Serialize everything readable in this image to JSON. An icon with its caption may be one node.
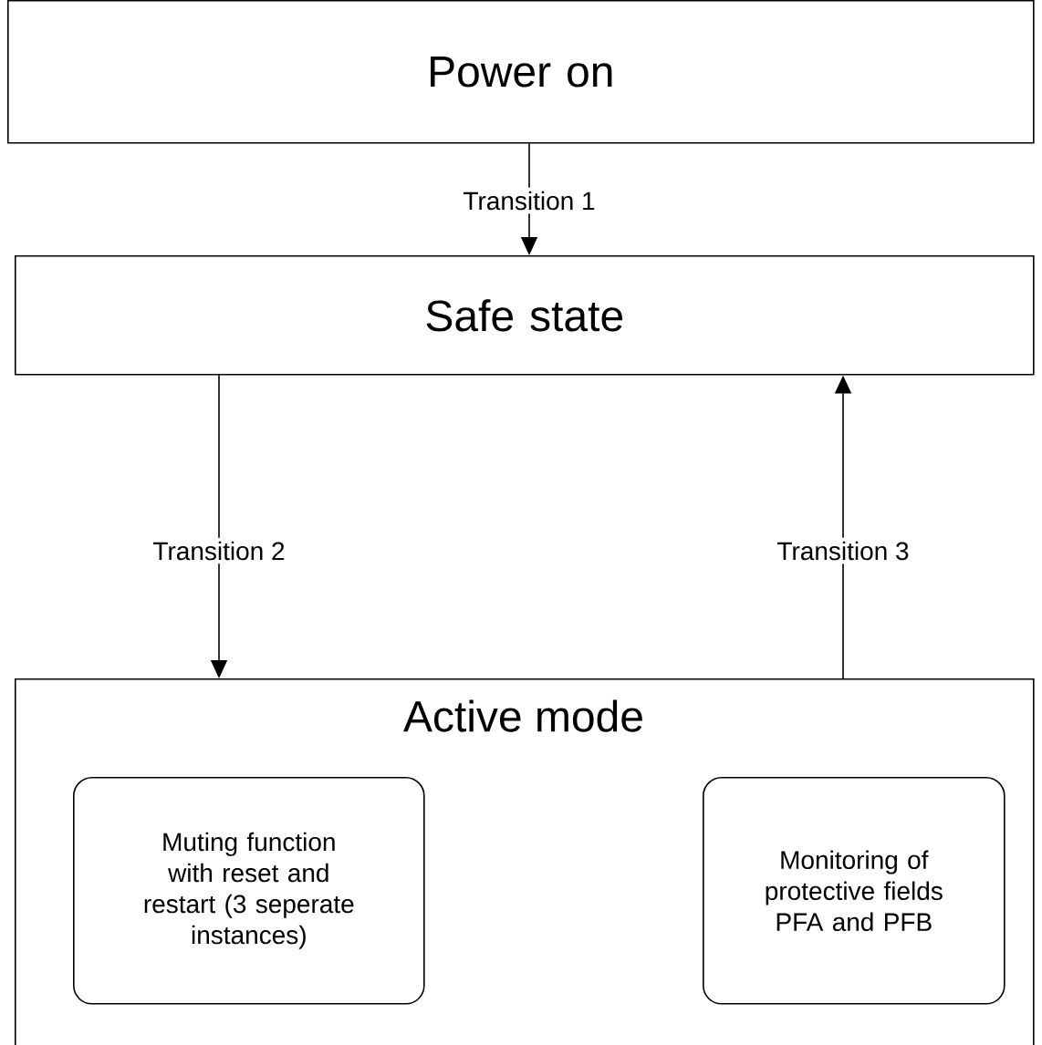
{
  "diagram": {
    "nodes": [
      {
        "text": [
          "Power on"
        ]
      },
      {
        "text": [
          "Safe state"
        ]
      },
      {
        "text": [
          "Active mode"
        ]
      },
      {
        "text": [
          "Muting function with reset and restart (3 seperate instances)"
        ],
        "in": 2
      },
      {
        "text": [
          "Monitoring of protective fields PFA and PFB"
        ],
        "in": 2
      }
    ],
    "edges": [
      {
        "from": 0,
        "to": 1,
        "arrow": "to",
        "label": "Transition 1"
      },
      {
        "from": 1,
        "to": 2,
        "arrow": "to",
        "label": "Transition 2"
      },
      {
        "from": 2,
        "to": 1,
        "arrow": "to",
        "label": "Transition 3"
      }
    ]
  }
}
